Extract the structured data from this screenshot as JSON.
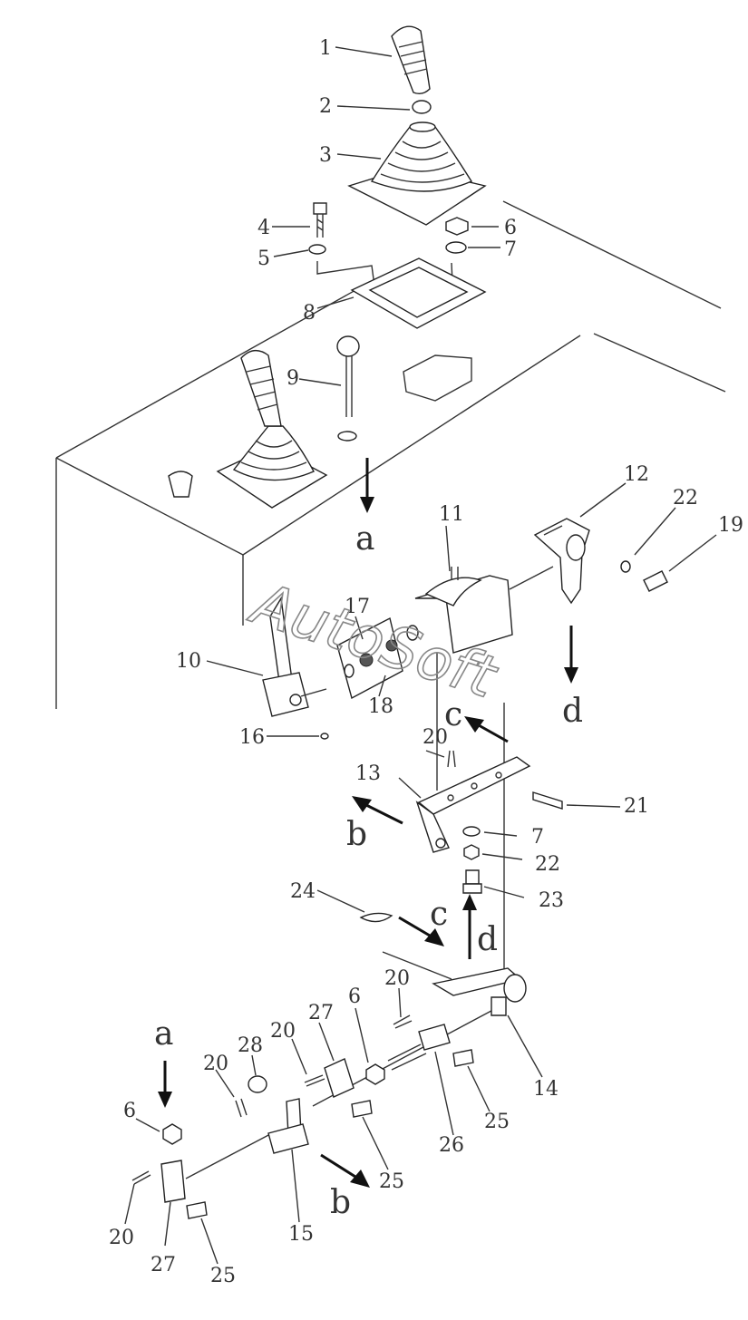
{
  "watermark": "AutoSoft",
  "callouts": {
    "n1": "1",
    "n2": "2",
    "n3": "3",
    "n4": "4",
    "n5": "5",
    "n6a": "6",
    "n7a": "7",
    "n8": "8",
    "n9": "9",
    "n10": "10",
    "n11": "11",
    "n12": "12",
    "n13": "13",
    "n14": "14",
    "n15": "15",
    "n16": "16",
    "n17": "17",
    "n18": "18",
    "n19": "19",
    "n20a": "20",
    "n20b": "20",
    "n20c": "20",
    "n20d": "20",
    "n20e": "20",
    "n21": "21",
    "n22a": "22",
    "n22b": "22",
    "n23": "23",
    "n24": "24",
    "n25a": "25",
    "n25b": "25",
    "n25c": "25",
    "n26": "26",
    "n27a": "27",
    "n27b": "27",
    "n28": "28",
    "n6b": "6",
    "n6c": "6",
    "n7b": "7"
  },
  "arrow_labels": {
    "a_top": "a",
    "a_bottom": "a",
    "b_top": "b",
    "b_bottom": "b",
    "c_top": "c",
    "c_bottom": "c",
    "d_top": "d",
    "d_bottom": "d"
  }
}
